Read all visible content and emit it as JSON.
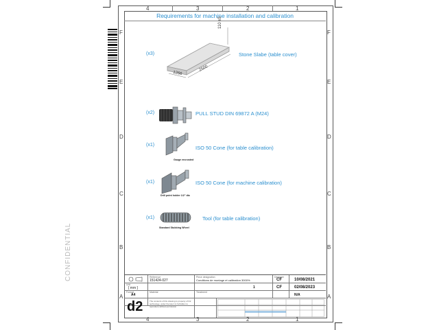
{
  "title": "Requirements for machine installation and calibration",
  "column_zones": [
    "4",
    "3",
    "2",
    "1"
  ],
  "row_zones": [
    "F",
    "E",
    "D",
    "C",
    "B",
    "A"
  ],
  "items": [
    {
      "qty": "(x3)",
      "label": "Stone Slabe (table cover)",
      "dims": {
        "length": "2500",
        "width": "1266",
        "height": "110 ±5"
      }
    },
    {
      "qty": "(x2)",
      "label": "PULL STUD  DIN 69872 A (M24)"
    },
    {
      "qty": "(x1)",
      "label": "ISO 50 Cone (for table calibration)",
      "caption": "Gauge encrusted"
    },
    {
      "qty": "(x1)",
      "label": "ISO 50 Cone (for machine calibration)",
      "caption": "Drill point holder 1/2\" dia"
    },
    {
      "qty": "(x1)",
      "label": "Tool (for table calibration)",
      "caption": "Standard Stubbing Wheel"
    }
  ],
  "watermark": "CONFIDENTIAL",
  "title_block": {
    "logo": "d2",
    "reference_label": "Reference",
    "reference": "151424-027",
    "designation_label": "Piece designation",
    "designation": "Conditions de montage et calibration 3000%",
    "drawn_label": "Designer",
    "drawn": "CF",
    "drawn_date": "10/08/2021",
    "checked": "CF",
    "checked_date": "02/08/2023",
    "unit_label": "Unit",
    "unit": "[ mm ]",
    "format_label": "Format",
    "format": "A4",
    "scale": "1",
    "sheet": "N/A",
    "material_label": "Material",
    "treatment_label": "Treatment",
    "notice": "The contents of this drawing is property of D2 technology, under the law it is forbidden to reproduce without permission"
  }
}
